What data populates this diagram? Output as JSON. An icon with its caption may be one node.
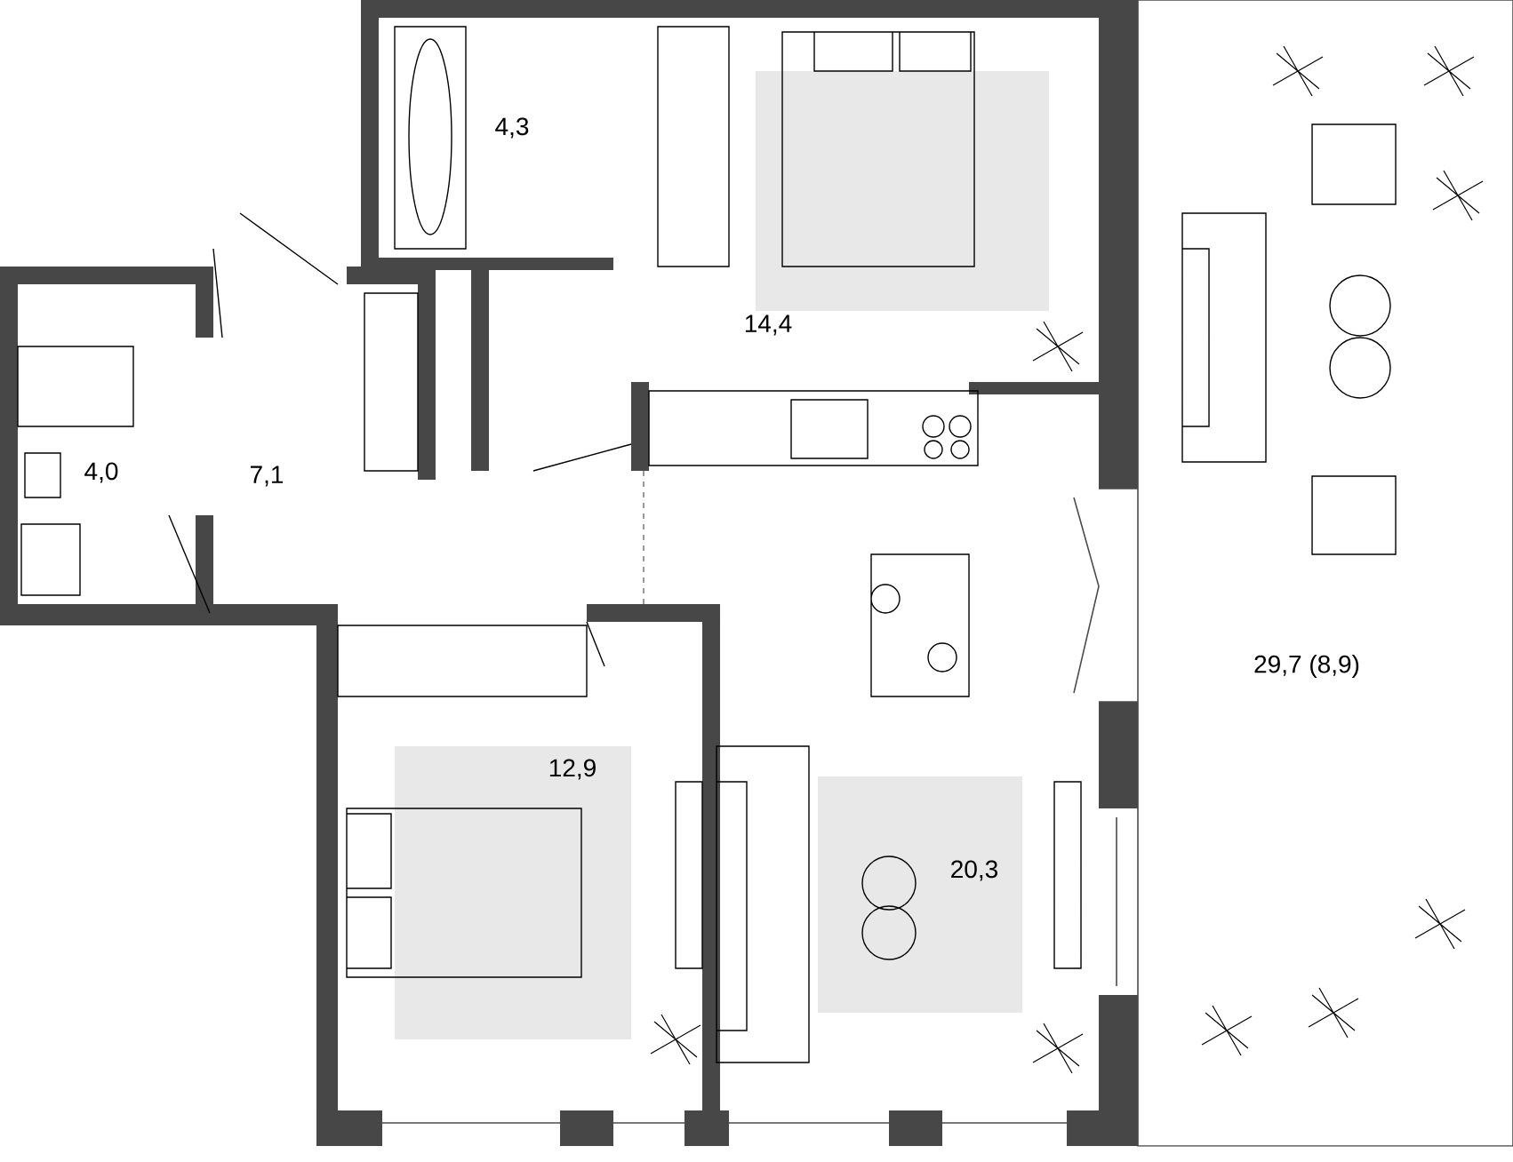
{
  "diagram": {
    "labels": [
      "4,3",
      "14,4",
      "4,0",
      "7,1",
      "12,9",
      "20,3",
      "29,7 (8,9)"
    ]
  }
}
